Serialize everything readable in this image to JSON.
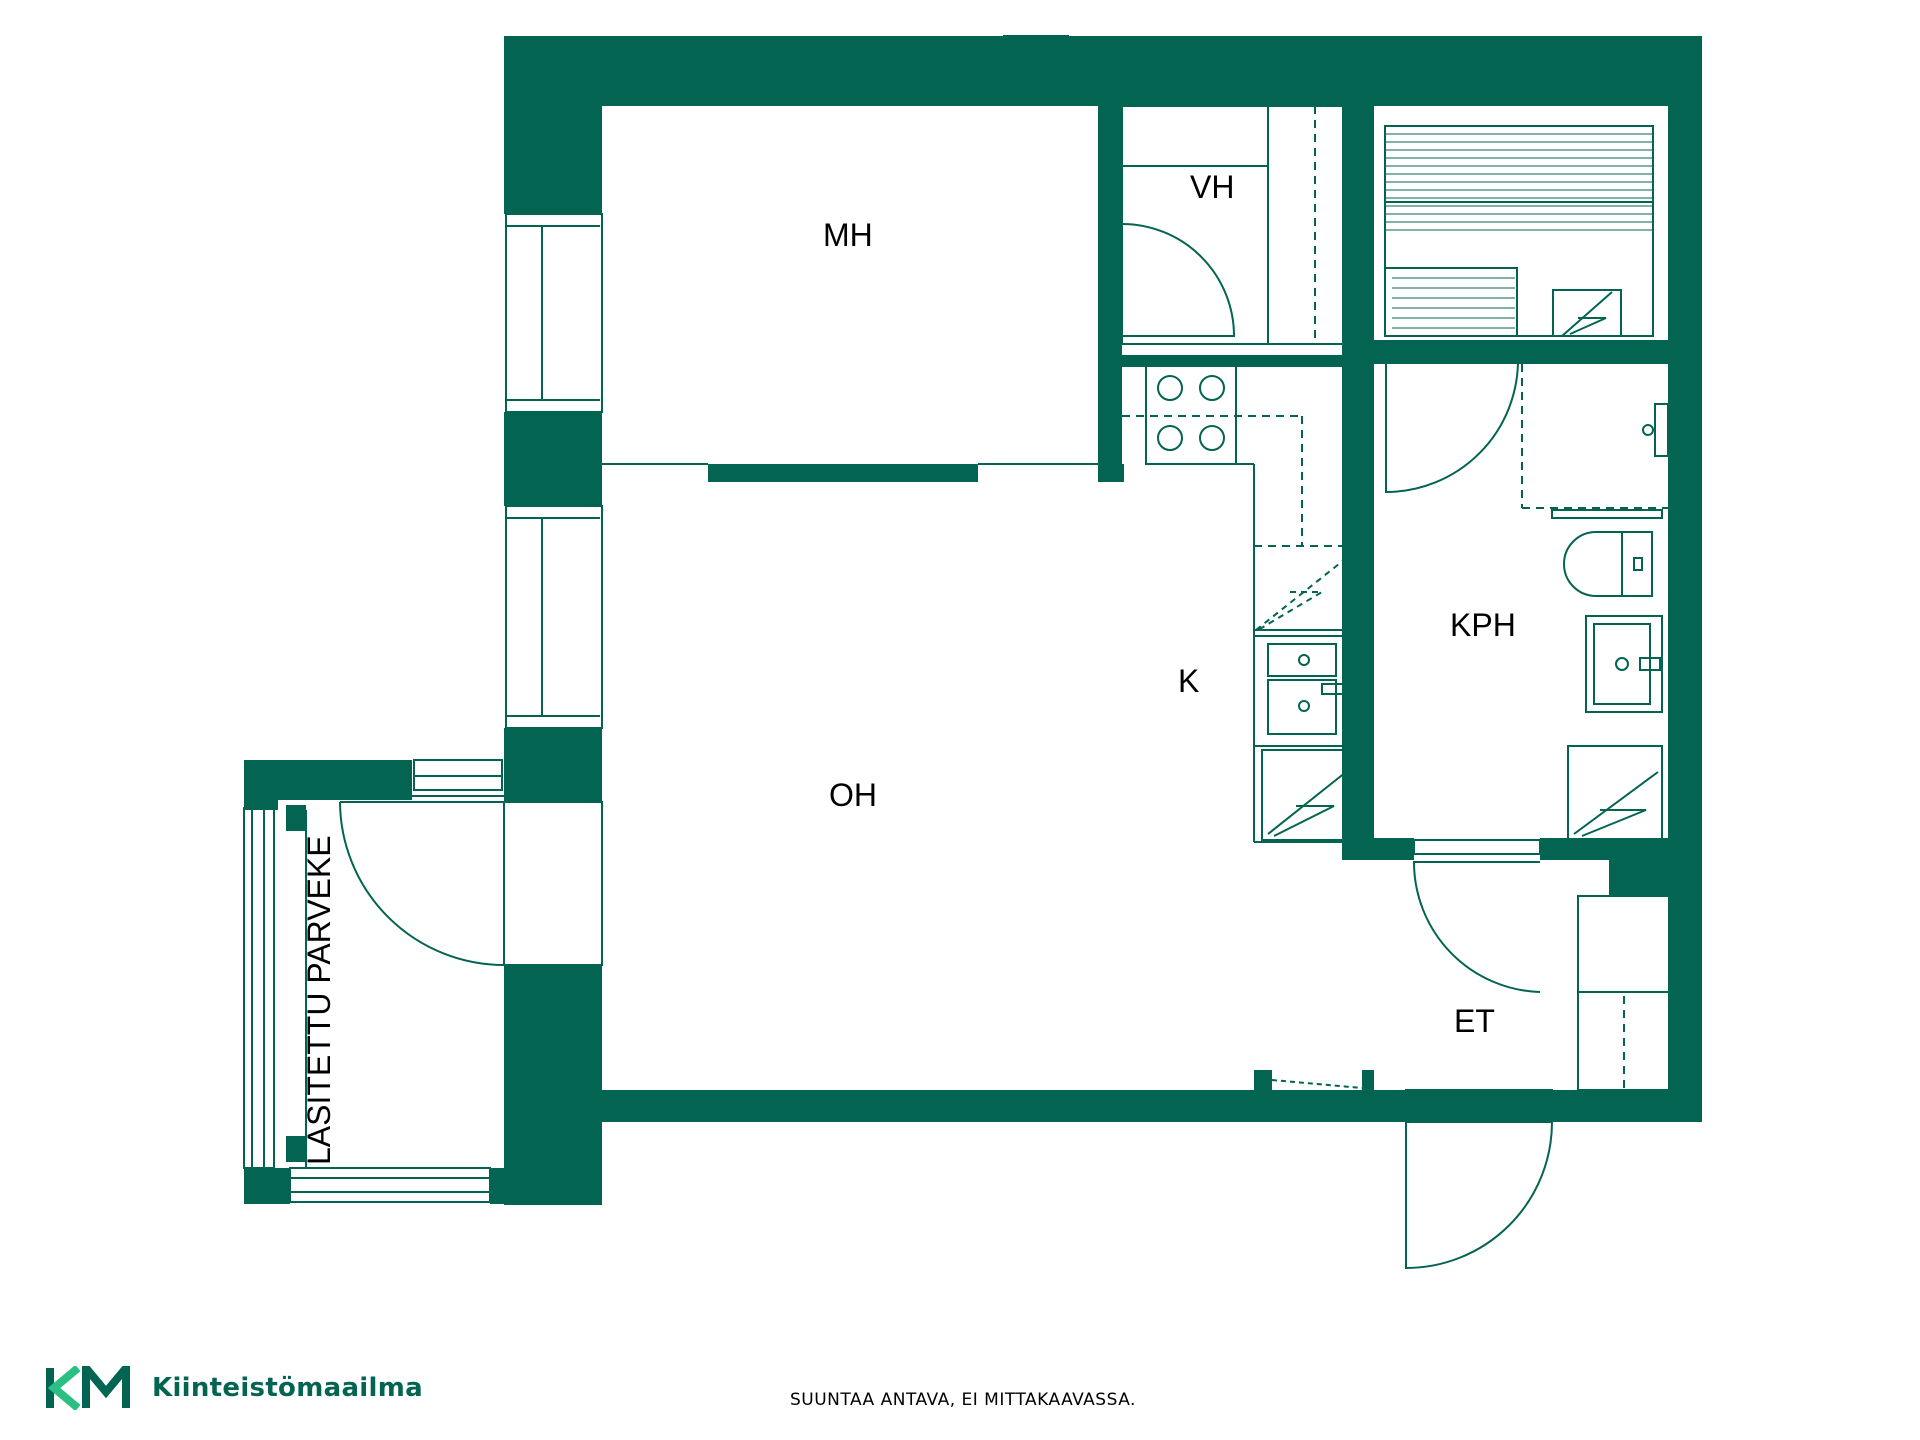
{
  "colors": {
    "wall": "#036451",
    "line": "#036451",
    "brand_green": "#2bbf84"
  },
  "rooms": {
    "mh": "MH",
    "vh": "VH",
    "oh": "OH",
    "k": "K",
    "kph": "KPH",
    "et": "ET",
    "balcony": "LASITETTU PARVEKE"
  },
  "footer": {
    "note": "SUUNTAA ANTAVA, EI MITTAKAAVASSA."
  },
  "brand": {
    "logo_text": "KM",
    "name": "Kiinteistömaailma"
  }
}
